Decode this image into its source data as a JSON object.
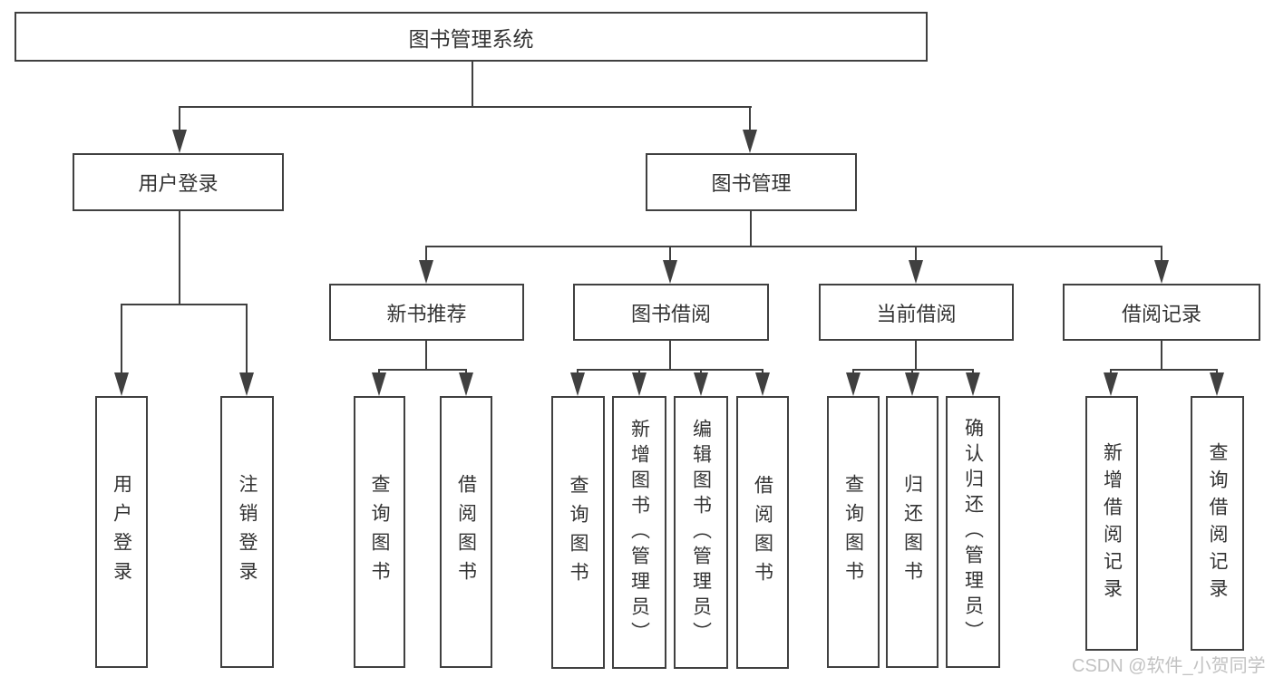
{
  "diagram": {
    "tree": {
      "label": "图书管理系统",
      "children": [
        {
          "label": "用户登录",
          "children": [
            {
              "label": "用户登录"
            },
            {
              "label": "注销登录"
            }
          ]
        },
        {
          "label": "图书管理",
          "children": [
            {
              "label": "新书推荐",
              "children": [
                {
                  "label": "查询图书"
                },
                {
                  "label": "借阅图书"
                }
              ]
            },
            {
              "label": "图书借阅",
              "children": [
                {
                  "label": "查询图书"
                },
                {
                  "label": "新增图书（管理员）"
                },
                {
                  "label": "编辑图书（管理员）"
                },
                {
                  "label": "借阅图书"
                }
              ]
            },
            {
              "label": "当前借阅",
              "children": [
                {
                  "label": "查询图书"
                },
                {
                  "label": "归还图书"
                },
                {
                  "label": "确认归还（管理员）"
                }
              ]
            },
            {
              "label": "借阅记录",
              "children": [
                {
                  "label": "新增借阅记录"
                },
                {
                  "label": "查询借阅记录"
                }
              ]
            }
          ]
        }
      ]
    },
    "watermark": "CSDN @软件_小贺同学",
    "colors": {
      "line": "#404040",
      "text": "#333333",
      "watermark": "#c2c2c2",
      "background": "#ffffff"
    }
  }
}
